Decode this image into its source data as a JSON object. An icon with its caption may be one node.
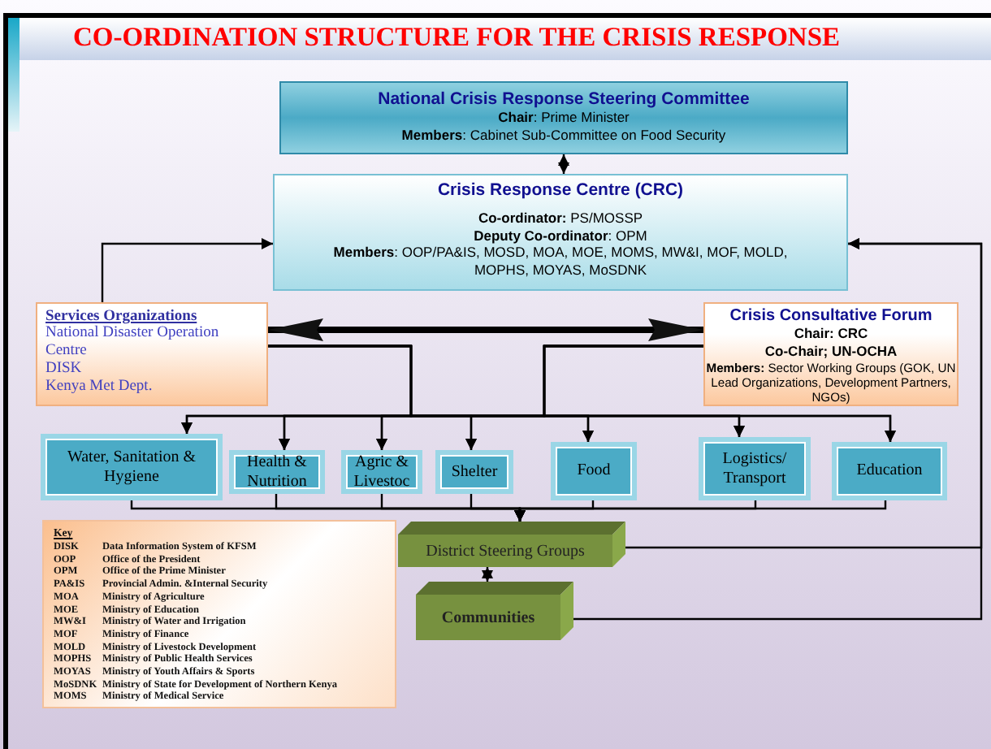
{
  "diagram": {
    "title": "CO-ORDINATION STRUCTURE FOR THE CRISIS RESPONSE",
    "nodes": [
      {
        "text": [
          "National Crisis Response Steering Committee",
          "**Chair**: Prime Minister",
          "**Members**: Cabinet Sub-Committee on Food Security"
        ]
      },
      {
        "text": [
          "Crisis Response Centre (CRC)",
          "**Co-ordinator:** PS/MOSSP",
          "**Deputy Co-ordinator**: OPM",
          "**Members**: OOP/PA&IS, MOSD, MOA, MOE, MOMS, MW&I, MOF, MOLD, MOPHS, MOYAS, MoSDNK"
        ]
      },
      {
        "text": [
          "Services Organizations",
          "National Disaster Operation Centre",
          "DISK",
          "Kenya Met Dept."
        ]
      },
      {
        "text": [
          "Crisis Consultative Forum",
          "Chair: CRC",
          "Co-Chair; UN-OCHA",
          "**Members:** Sector Working Groups (GOK, UN Lead Organizations, Development Partners, NGOs)"
        ]
      },
      {
        "text": [
          "Water, Sanitation & Hygiene"
        ]
      },
      {
        "text": [
          "Health & Nutrition"
        ]
      },
      {
        "text": [
          "Agric & Livestoc"
        ]
      },
      {
        "text": [
          "Shelter"
        ]
      },
      {
        "text": [
          "Food"
        ]
      },
      {
        "text": [
          "Logistics/ Transport"
        ]
      },
      {
        "text": [
          "Education"
        ]
      },
      {
        "text": [
          "District Steering Groups"
        ]
      },
      {
        "text": [
          "Communities"
        ]
      },
      {
        "text": [
          "Key",
          "DISK",
          "Data Information System of KFSM",
          "OOP",
          "Office of the President",
          "OPM",
          "Office of the Prime Minister",
          "PA&IS",
          "Provincial Admin. &Internal Security",
          "MOA",
          "Ministry of Agriculture",
          "MOE",
          "Ministry of Education",
          "MW&I",
          "Ministry of Water and Irrigation",
          "MOF",
          "Ministry of Finance",
          "MOLD",
          "Ministry of Livestock Development",
          "MOPHS",
          "Ministry of Public Health Services",
          "MOYAS",
          "Ministry of Youth Affairs & Sports",
          "MoSDNK",
          "Ministry of State for Development of Northern Kenya",
          "MOMS",
          "Ministry of Medical Service"
        ]
      }
    ],
    "edges": [
      {
        "from": 0,
        "to": 1,
        "arrow": "both"
      },
      {
        "from": 2,
        "to": 1,
        "arrow": "to"
      },
      {
        "from": 2,
        "to": 3,
        "arrow": "both",
        "style": "thick"
      },
      {
        "from": 2,
        "to": 4,
        "arrow": "to"
      },
      {
        "from": 2,
        "to": 5,
        "arrow": "to"
      },
      {
        "from": 2,
        "to": 6,
        "arrow": "to"
      },
      {
        "from": 2,
        "to": 7,
        "arrow": "to"
      },
      {
        "from": 2,
        "to": 8,
        "arrow": "to"
      },
      {
        "from": 2,
        "to": 9,
        "arrow": "to"
      },
      {
        "from": 2,
        "to": 10,
        "arrow": "to"
      },
      {
        "from": 3,
        "to": 4,
        "arrow": "to"
      },
      {
        "from": 3,
        "to": 5,
        "arrow": "to"
      },
      {
        "from": 3,
        "to": 6,
        "arrow": "to"
      },
      {
        "from": 3,
        "to": 7,
        "arrow": "to"
      },
      {
        "from": 3,
        "to": 8,
        "arrow": "to"
      },
      {
        "from": 3,
        "to": 9,
        "arrow": "to"
      },
      {
        "from": 3,
        "to": 10,
        "arrow": "to"
      },
      {
        "from": 4,
        "to": 11,
        "arrow": "to"
      },
      {
        "from": 5,
        "to": 11,
        "arrow": "to"
      },
      {
        "from": 6,
        "to": 11,
        "arrow": "to"
      },
      {
        "from": 7,
        "to": 11,
        "arrow": "to"
      },
      {
        "from": 8,
        "to": 11,
        "arrow": "to"
      },
      {
        "from": 9,
        "to": 11,
        "arrow": "to"
      },
      {
        "from": 10,
        "to": 11,
        "arrow": "to"
      },
      {
        "from": 11,
        "to": 12,
        "arrow": "both"
      },
      {
        "from": 11,
        "to": 1,
        "arrow": "to"
      },
      {
        "from": 12,
        "to": 1,
        "arrow": "to"
      }
    ]
  }
}
